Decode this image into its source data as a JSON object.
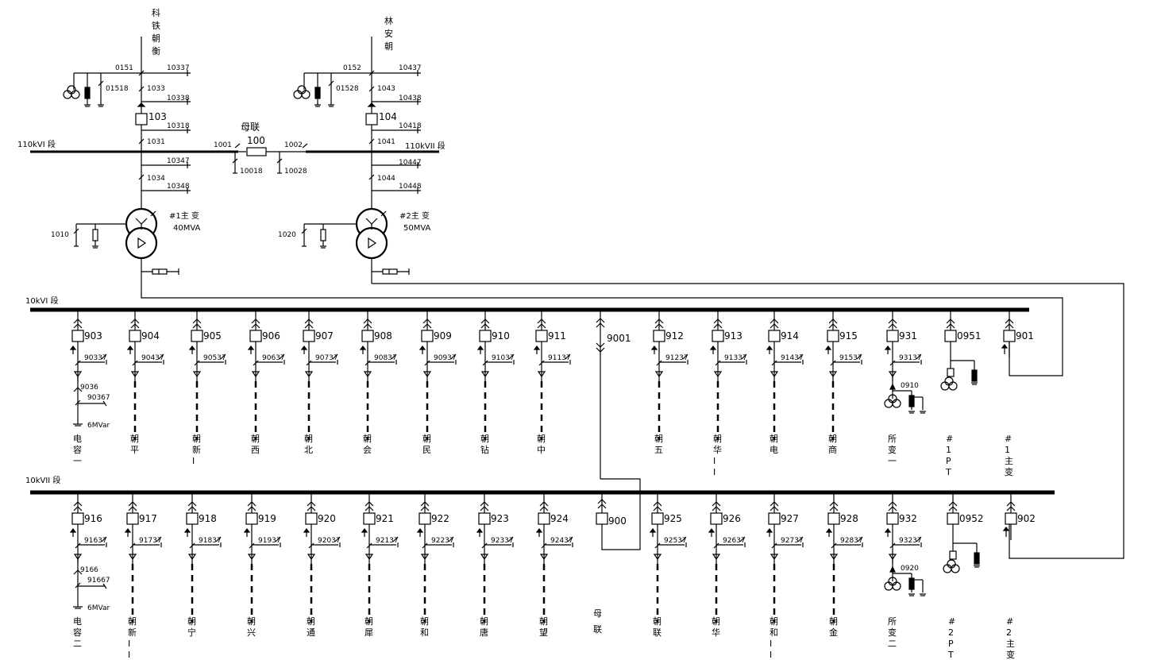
{
  "top": {
    "line_left": "科铁朝衡",
    "line_right": "林安朝",
    "bus1_label": "110kVI 段",
    "bus2_label": "110kVII 段",
    "bus_tie_label": "母联",
    "bus_tie_breaker": "100",
    "tie_switch_1001": "1001",
    "tie_switch_1002": "1002",
    "tie_switch_10018": "10018",
    "tie_switch_10028": "10028",
    "left": {
      "s_0151": "0151",
      "s_01518": "01518",
      "s_10337": "10337",
      "s_1033": "1033",
      "s_10338": "10338",
      "breaker": "103",
      "s_10318": "10318",
      "s_1031": "1031",
      "s_10347": "10347",
      "s_1034": "1034",
      "s_10348": "10348",
      "neutral": "1010",
      "xfmr_name": "#1主 变",
      "xfmr_cap": "40MVA"
    },
    "right": {
      "s_0152": "0152",
      "s_01528": "01528",
      "s_10437": "10437",
      "s_1043": "1043",
      "s_10438": "10438",
      "breaker": "104",
      "s_10418": "10418",
      "s_1041": "1041",
      "s_10447": "10447",
      "s_1044": "1044",
      "s_10448": "10448",
      "neutral": "1020",
      "xfmr_name": "#2主 变",
      "xfmr_cap": "50MVA"
    }
  },
  "bus10_1": {
    "label": "10kVI 段",
    "feeders": [
      {
        "id": "903",
        "earth": "90337",
        "name": "电容一",
        "extra1": "9036",
        "extra2": "90367",
        "cap": "6MVar"
      },
      {
        "id": "904",
        "earth": "90437",
        "name": "朝平"
      },
      {
        "id": "905",
        "earth": "90537",
        "name": "朝新I"
      },
      {
        "id": "906",
        "earth": "90637",
        "name": "朝西"
      },
      {
        "id": "907",
        "earth": "90737",
        "name": "朝北"
      },
      {
        "id": "908",
        "earth": "90837",
        "name": "朝会"
      },
      {
        "id": "909",
        "earth": "90937",
        "name": "朝民"
      },
      {
        "id": "910",
        "earth": "91037",
        "name": "朝钻"
      },
      {
        "id": "911",
        "earth": "91137",
        "name": "朝中"
      },
      {
        "id": "9001",
        "earth": "",
        "name": ""
      },
      {
        "id": "912",
        "earth": "91237",
        "name": "朝五"
      },
      {
        "id": "913",
        "earth": "91337",
        "name": "朝华II"
      },
      {
        "id": "914",
        "earth": "91437",
        "name": "朝电"
      },
      {
        "id": "915",
        "earth": "91537",
        "name": "朝商"
      },
      {
        "id": "931",
        "earth": "93137",
        "name": "所变一",
        "extra1": "0910"
      },
      {
        "id": "0951",
        "earth": "",
        "name": "#1PT"
      },
      {
        "id": "901",
        "earth": "",
        "name": "#1主变"
      }
    ]
  },
  "bus10_2": {
    "label": "10kVII 段",
    "feeders": [
      {
        "id": "916",
        "earth": "91637",
        "name": "电容二",
        "extra1": "9166",
        "extra2": "91667",
        "cap": "6MVar"
      },
      {
        "id": "917",
        "earth": "91737",
        "name": "朝新II"
      },
      {
        "id": "918",
        "earth": "91837",
        "name": "朝宁"
      },
      {
        "id": "919",
        "earth": "91937",
        "name": "朝兴"
      },
      {
        "id": "920",
        "earth": "92037",
        "name": "朝通"
      },
      {
        "id": "921",
        "earth": "92137",
        "name": "朝犀"
      },
      {
        "id": "922",
        "earth": "92237",
        "name": "朝和"
      },
      {
        "id": "923",
        "earth": "92337",
        "name": "朝唐"
      },
      {
        "id": "924",
        "earth": "92437",
        "name": "朝望"
      },
      {
        "id": "900",
        "earth": "",
        "name": "母联"
      },
      {
        "id": "925",
        "earth": "92537",
        "name": "朝联"
      },
      {
        "id": "926",
        "earth": "92637",
        "name": "朝华"
      },
      {
        "id": "927",
        "earth": "92737",
        "name": "朝和II"
      },
      {
        "id": "928",
        "earth": "92837",
        "name": "朝金"
      },
      {
        "id": "932",
        "earth": "93237",
        "name": "所变二",
        "extra1": "0920"
      },
      {
        "id": "0952",
        "earth": "",
        "name": "#2PT"
      },
      {
        "id": "902",
        "earth": "",
        "name": "#2主变"
      }
    ]
  }
}
